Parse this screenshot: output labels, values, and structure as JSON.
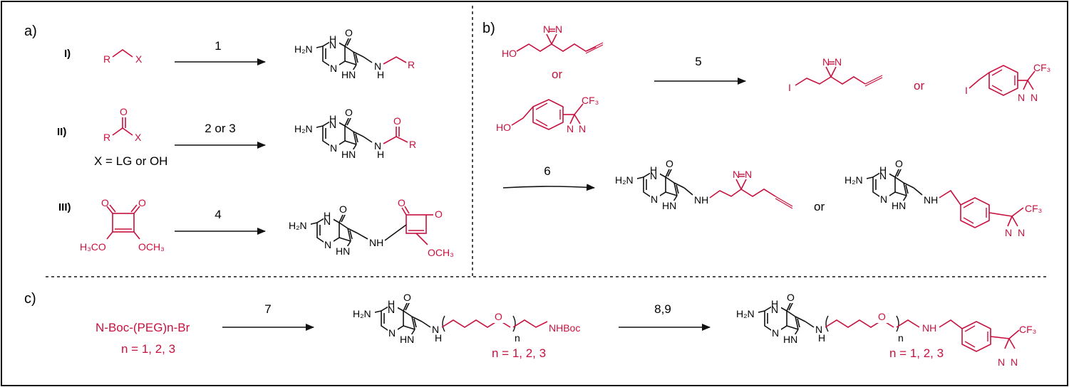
{
  "colors": {
    "red": "#c8103e",
    "black": "#111111"
  },
  "sections": {
    "a": "a)",
    "b": "b)",
    "c": "c)"
  },
  "rows": {
    "I": "I)",
    "II": "II)",
    "III": "III)"
  },
  "steps": {
    "s1": "1",
    "s23": "2 or 3",
    "s4": "4",
    "s5": "5",
    "s6": "6",
    "s7": "7",
    "s89": "8,9"
  },
  "notes": {
    "x_eq": "X = LG or OH",
    "or_word": "or",
    "peg_reagent": "N-Boc-(PEG)n-Br",
    "n_range": "n = 1, 2, 3",
    "n": "n"
  },
  "atoms": {
    "O": "O",
    "N": "N",
    "H": "H",
    "HN": "HN",
    "NH": "NH",
    "H2N": "H₂N",
    "R": "R",
    "X": "X",
    "I": "I",
    "HO": "HO",
    "CF3": "CF₃",
    "NHBoc": "NHBoc",
    "OCH3": "OCH₃",
    "H3CO": "H₃CO"
  }
}
